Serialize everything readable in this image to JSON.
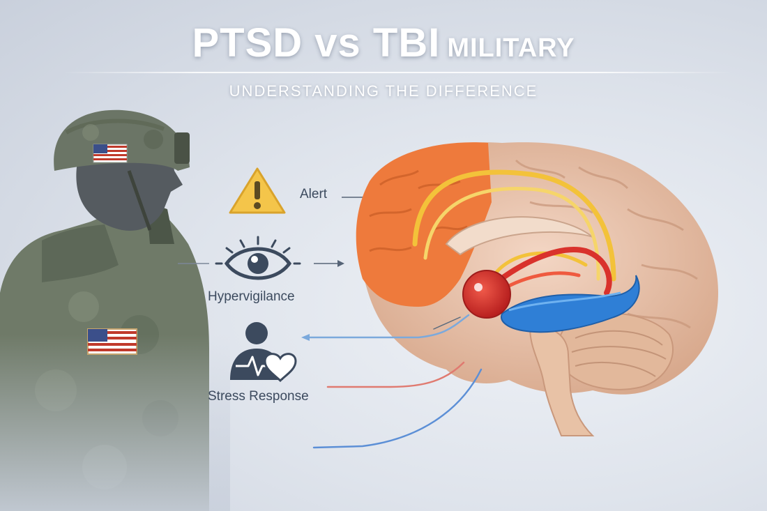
{
  "header": {
    "title_main": "PTSD vs TBI",
    "title_sub": "MILITARY",
    "subtitle": "UNDERSTANDING THE DIFFERENCE"
  },
  "labels": {
    "alert": "Alert",
    "hypervigilance": "Hypervigilance",
    "stress_response": "Stress Response"
  },
  "icons": {
    "alert": "warning-triangle-icon",
    "hypervigilance": "eye-icon",
    "stress_response": "person-heartbeat-icon",
    "flag": "us-flag-icon"
  },
  "colors": {
    "frontal_lobe": "#ee7a3c",
    "amygdala": "#d9322c",
    "hippocampus": "#2f7fd6",
    "pathway_yellow": "#f3c23a",
    "warning": "#f4c54a"
  }
}
